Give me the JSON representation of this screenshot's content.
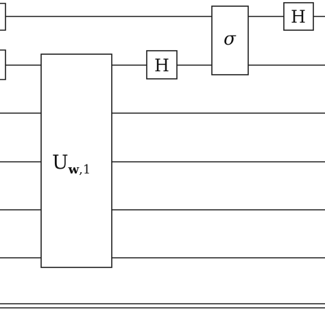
{
  "gates": {
    "h_top": {
      "label": "H"
    },
    "h_mid": {
      "label": "H"
    },
    "sigma": {
      "label": "σ"
    },
    "unitary": {
      "main": "U",
      "sub_vector": "w",
      "sub_rest": ",1"
    }
  },
  "colors": {
    "line": "#1a1a1a",
    "background": "#ffffff",
    "text": "#111111"
  }
}
